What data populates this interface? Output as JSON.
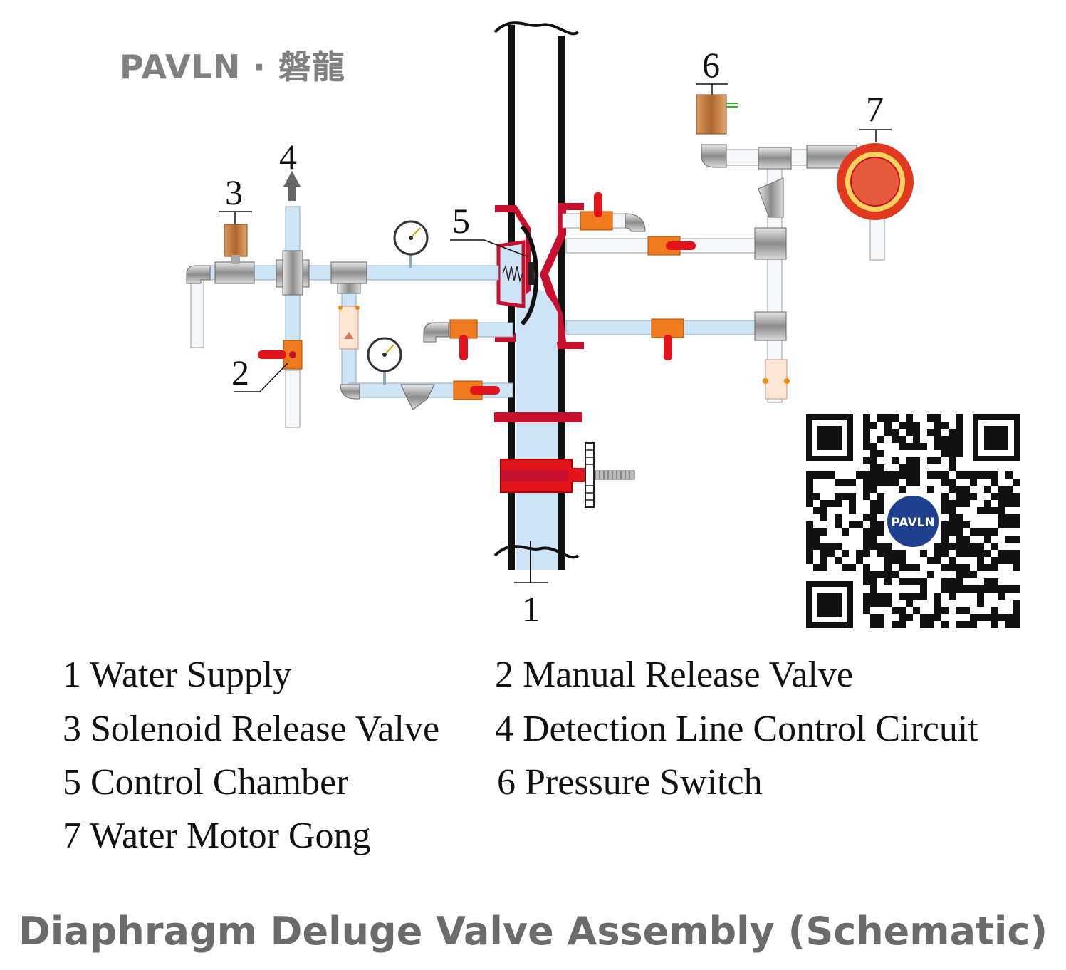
{
  "brand": {
    "text": "PAVLN · 磐龍"
  },
  "callouts": [
    "1",
    "2",
    "3",
    "4",
    "5",
    "6",
    "7"
  ],
  "legend": [
    "1 Water Supply",
    "2 Manual Release Valve",
    "3 Solenoid Release Valve",
    "4 Detection Line Control Circuit",
    "5 Control Chamber",
    "6 Pressure Switch",
    "7 Water Motor Gong"
  ],
  "qr": {
    "badge": "PAVLN"
  },
  "title": "Diaphragm Deluge Valve Assembly (Schematic)",
  "colors": {
    "pipe": "#cfe3f7",
    "pipe_stroke": "#8aa9c4",
    "valve_body": "#c8102e",
    "orange_valve": "#f07a1e",
    "handle": "#e3131b",
    "brass": "#b87333",
    "gray_fitting": "#a9a9a9",
    "gong_outer": "#e0391f",
    "gong_ring": "#f6d35b",
    "title_gray": "#6b6b6b"
  }
}
